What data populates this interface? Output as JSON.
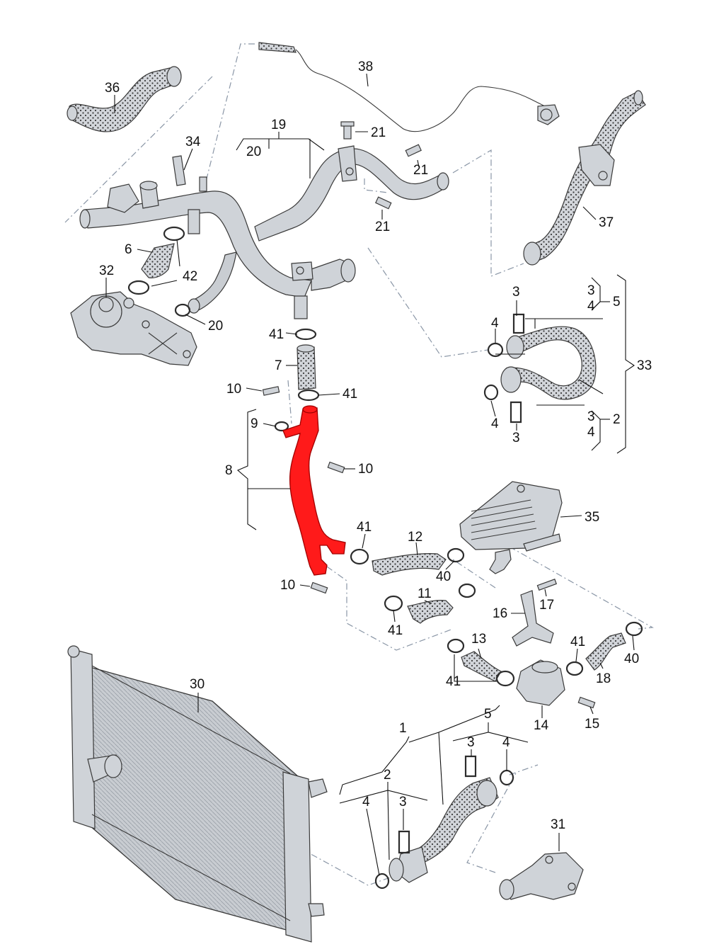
{
  "diagram": {
    "highlight_color": "#ff1a1a",
    "line_color": "#111111",
    "dash_color": "#8a96a6",
    "labels": {
      "l1": "1",
      "l2a": "2",
      "l2b": "2",
      "l3a": "3",
      "l3b": "3",
      "l3c": "3",
      "l3d": "3",
      "l3e": "3",
      "l3f": "3",
      "l4a": "4",
      "l4b": "4",
      "l4c": "4",
      "l4d": "4",
      "l4e": "4",
      "l4f": "4",
      "l5a": "5",
      "l5b": "5",
      "l6": "6",
      "l7": "7",
      "l8": "8",
      "l9": "9",
      "l10a": "10",
      "l10b": "10",
      "l10c": "10",
      "l11": "11",
      "l12": "12",
      "l13": "13",
      "l14": "14",
      "l15": "15",
      "l16": "16",
      "l17": "17",
      "l18": "18",
      "l19": "19",
      "l20a": "20",
      "l20b": "20",
      "l21a": "21",
      "l21b": "21",
      "l21c": "21",
      "l30": "30",
      "l31": "31",
      "l32": "32",
      "l33": "33",
      "l34": "34",
      "l35": "35",
      "l36": "36",
      "l37": "37",
      "l38": "38",
      "l40a": "40",
      "l40b": "40",
      "l41a": "41",
      "l41b": "41",
      "l41c": "41",
      "l41d": "41",
      "l41e": "41",
      "l41f": "41",
      "l42": "42"
    }
  }
}
